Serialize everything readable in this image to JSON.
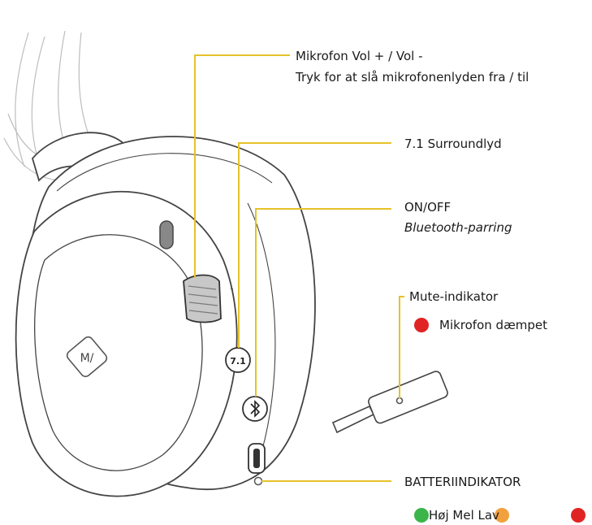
{
  "labels": {
    "mic_volume": "Mikrofon Vol + / Vol -",
    "mic_mute_toggle": "Tryk for at slå mikrofonenlyden fra / til",
    "surround": "7.1 Surroundlyd",
    "power": "ON/OFF",
    "bluetooth_pairing": "Bluetooth-parring",
    "mute_indicator": "Mute-indikator",
    "mic_muted": "Mikrofon dæmpet",
    "battery_indicator": "BATTERIINDIKATOR",
    "battery_levels": "Høj Mel Lav"
  },
  "device_markings": {
    "surround_button": "7.1",
    "logo": "M/"
  },
  "icons": [
    "bluetooth-icon",
    "usb-c-port",
    "battery-led",
    "mute-led"
  ],
  "colors": {
    "callout_line": "#e6c229",
    "muted_red": "#e02424",
    "battery_high_green": "#3bb54a",
    "battery_mid_orange": "#f2a03d",
    "battery_low_red": "#e02424",
    "outline": "#555555"
  }
}
